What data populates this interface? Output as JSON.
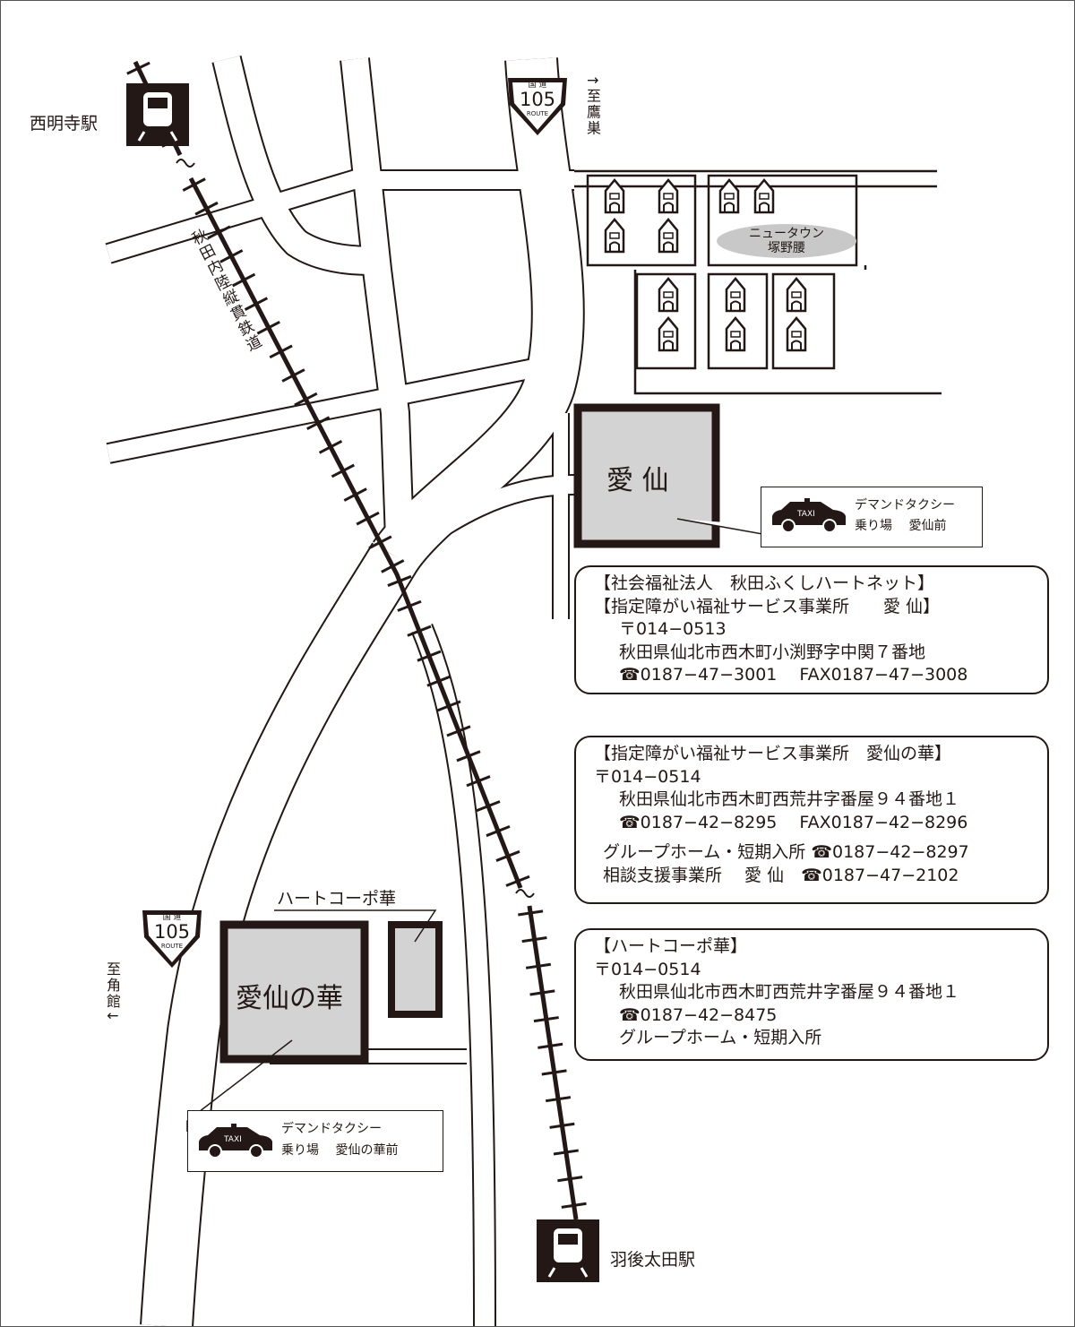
{
  "stations": {
    "north": "西明寺駅",
    "south": "羽後太田駅"
  },
  "railway": {
    "name": "秋田内陸縦貫鉄道"
  },
  "route_shield": {
    "top": "国 道",
    "number": "105",
    "bottom": "ROUTE"
  },
  "directions": {
    "north": "↑至鷹巣",
    "south": "至角館↓"
  },
  "newtown": {
    "line1": "ニュータウン",
    "line2": "塚野腰"
  },
  "buildings": {
    "aisen": "愛 仙",
    "aisen_hana": "愛仙の華",
    "heart_corpo": "ハートコーポ華"
  },
  "taxi_aisen": {
    "line1": "デマンドタクシー",
    "line2": "乗り場　 愛仙前",
    "badge": "TAXI"
  },
  "taxi_hana": {
    "line1": "デマンドタクシー",
    "line2": "乗り場　 愛仙の華前",
    "badge": "TAXI"
  },
  "info1": {
    "lines": [
      "【社会福祉法人　秋田ふくしハートネット】",
      "【指定障がい福祉サービス事業所　　愛 仙】",
      "〒014−0513",
      "秋田県仙北市西木町小渕野字中関７番地",
      "☎0187−47−3001　 FAX0187−47−3008"
    ]
  },
  "info2": {
    "lines": [
      "【指定障がい福祉サービス事業所　愛仙の華】",
      "〒014−0514",
      "秋田県仙北市西木町西荒井字番屋９４番地１",
      "☎0187−42−8295　 FAX0187−42−8296",
      "グループホーム・短期入所 ☎0187−42−8297",
      "相談支援事業所　 愛 仙　☎0187−47−2102"
    ]
  },
  "info3": {
    "lines": [
      "【ハートコーポ華】",
      "〒014−0514",
      "秋田県仙北市西木町西荒井字番屋９４番地１",
      "☎0187−42−8475",
      "グループホーム・短期入所"
    ]
  },
  "colors": {
    "ink": "#231815",
    "building_fill": "#d3d3d3",
    "newtown_fill": "#c8c8c8"
  }
}
